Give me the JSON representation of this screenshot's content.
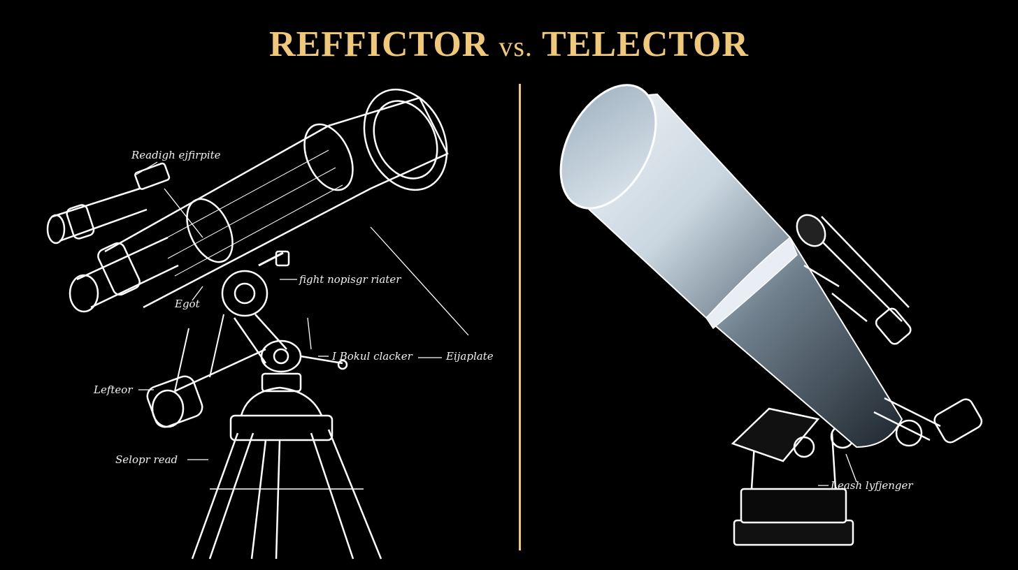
{
  "title": {
    "left": "REFFICTOR",
    "vs": "vs.",
    "right": "TELECTOR"
  },
  "labels": {
    "finder": "Readigh ejfirpite",
    "mount": "fight nopisgr riater",
    "egot": "Egot",
    "focuser": "I Bokul clacker",
    "eyepiece": "Eijaplate",
    "lefcor": "Lefteor",
    "tripod": "Selopr read",
    "base": "Leash lyfjenger"
  },
  "colors": {
    "accent": "#f0c87a",
    "background": "#000000",
    "linework": "#ffffff"
  }
}
